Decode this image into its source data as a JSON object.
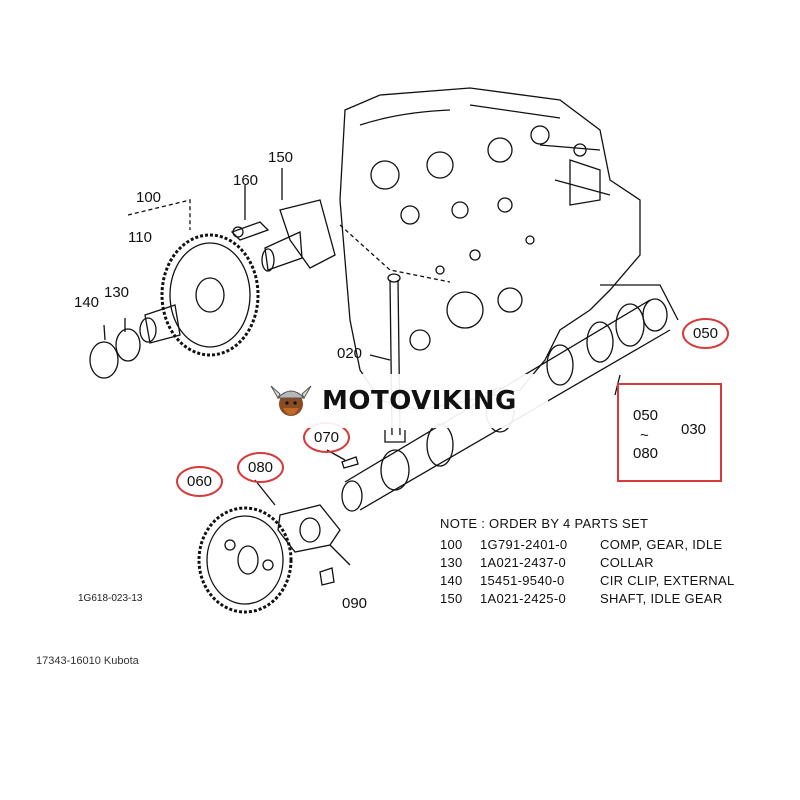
{
  "callouts": {
    "c020": "020",
    "c030": "030",
    "c050": "050",
    "c050_range": "050",
    "c080_range": "080",
    "c060": "060",
    "c070": "070",
    "c080": "080",
    "c090": "090",
    "c100": "100",
    "c110": "110",
    "c130": "130",
    "c140": "140",
    "c150": "150",
    "c160": "160"
  },
  "range_mark": "~",
  "note": {
    "heading": "NOTE : ORDER BY 4 PARTS SET",
    "rows": [
      {
        "ref": "100",
        "part": "1G791-2401-0",
        "desc": "COMP, GEAR, IDLE"
      },
      {
        "ref": "130",
        "part": "1A021-2437-0",
        "desc": "COLLAR"
      },
      {
        "ref": "140",
        "part": "15451-9540-0",
        "desc": "CIR CLIP, EXTERNAL"
      },
      {
        "ref": "150",
        "part": "1A021-2425-0",
        "desc": "SHAFT, IDLE GEAR"
      }
    ]
  },
  "diagram_code": "1G618-023-13",
  "caption": "17343-16010 Kubota",
  "watermark": {
    "text": "MOTOVIKING",
    "icon": "viking-helmet-icon"
  },
  "colors": {
    "highlight": "#d63a3a",
    "ink": "#111111"
  }
}
